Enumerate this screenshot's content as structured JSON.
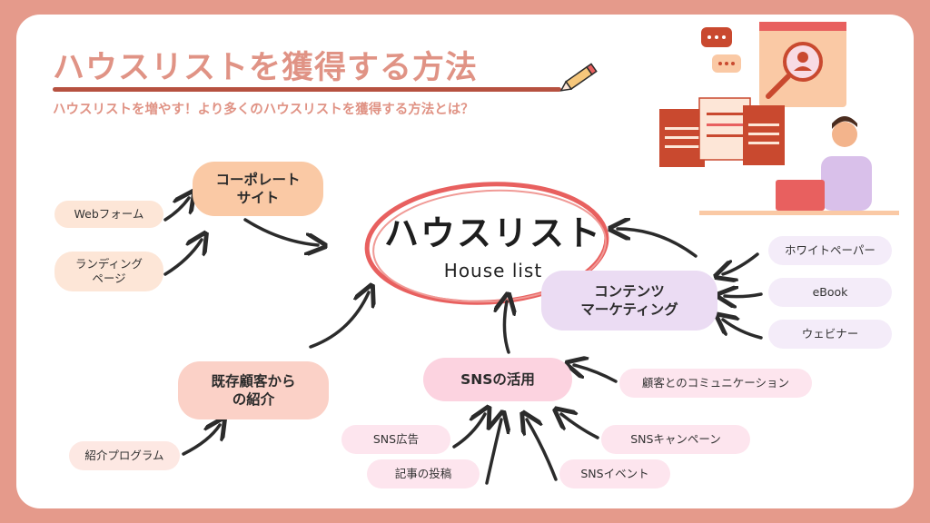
{
  "header": {
    "title": "ハウスリストを獲得する方法",
    "subtitle": "ハウスリストを増やす！より多くのハウスリストを獲得する方法とは？"
  },
  "hub": {
    "title": "ハウスリスト",
    "subtitle": "House list"
  },
  "branches": {
    "corporate": {
      "label": "コーポレート\nサイト",
      "items": [
        "Webフォーム",
        "ランディング\nページ"
      ]
    },
    "existing": {
      "label": "既存顧客から\nの紹介",
      "items": [
        "紹介プログラム"
      ]
    },
    "sns": {
      "label": "SNSの活用",
      "items": [
        "SNS広告",
        "記事の投稿",
        "SNSイベント",
        "SNSキャンペーン",
        "顧客とのコミュニケーション"
      ]
    },
    "content": {
      "label": "コンテンツ\nマーケティング",
      "items": [
        "ホワイトペーパー",
        "eBook",
        "ウェビナー"
      ]
    }
  },
  "colors": {
    "background": "#e59a8b",
    "title": "#e09385",
    "hub_circle": "#e8605f",
    "arrow": "#2b2b2b",
    "corporate": "#fac9a5",
    "existing": "#fbd1c7",
    "sns": "#fcd3e0",
    "content": "#ebdcf3"
  },
  "icons": [
    "pencil-icon",
    "chat-bubbles-icon",
    "profile-search-icon",
    "documents-icon",
    "person-laptop-icon"
  ]
}
